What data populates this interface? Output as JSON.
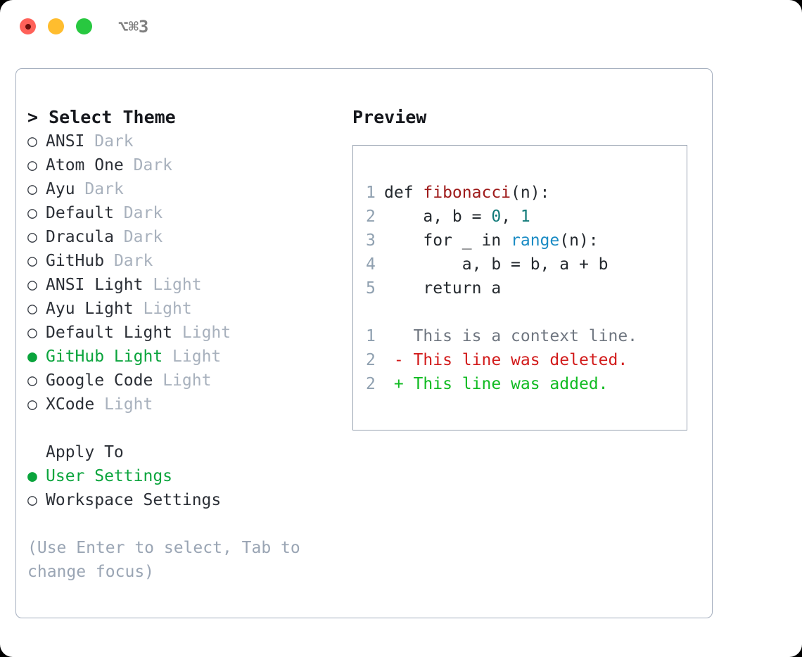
{
  "titlebar": {
    "shortcut": "⌥⌘3",
    "traffic_lights": [
      {
        "name": "close",
        "color": "#ff6159"
      },
      {
        "name": "minimize",
        "color": "#ffbd2e"
      },
      {
        "name": "maximize",
        "color": "#28c840"
      }
    ]
  },
  "theme_picker": {
    "heading": "> Select Theme",
    "marker_unselected": "○",
    "marker_selected": "●",
    "items": [
      {
        "marker": "○",
        "name": "ANSI",
        "suffix": "Dark",
        "selected": false
      },
      {
        "marker": "○",
        "name": "Atom One",
        "suffix": "Dark",
        "selected": false
      },
      {
        "marker": "○",
        "name": "Ayu",
        "suffix": "Dark",
        "selected": false
      },
      {
        "marker": "○",
        "name": "Default",
        "suffix": "Dark",
        "selected": false
      },
      {
        "marker": "○",
        "name": "Dracula",
        "suffix": "Dark",
        "selected": false
      },
      {
        "marker": "○",
        "name": "GitHub",
        "suffix": "Dark",
        "selected": false
      },
      {
        "marker": "○",
        "name": "ANSI Light",
        "suffix": "Light",
        "selected": false
      },
      {
        "marker": "○",
        "name": "Ayu Light",
        "suffix": "Light",
        "selected": false
      },
      {
        "marker": "○",
        "name": "Default Light",
        "suffix": "Light",
        "selected": false
      },
      {
        "marker": "●",
        "name": "GitHub Light",
        "suffix": "Light",
        "selected": true
      },
      {
        "marker": "○",
        "name": "Google Code",
        "suffix": "Light",
        "selected": false
      },
      {
        "marker": "○",
        "name": "XCode",
        "suffix": "Light",
        "selected": false
      }
    ]
  },
  "apply_to": {
    "heading": "Apply To",
    "items": [
      {
        "marker": "●",
        "label": "User Settings",
        "selected": true
      },
      {
        "marker": "○",
        "label": "Workspace Settings",
        "selected": false
      }
    ]
  },
  "hint": "(Use Enter to select, Tab to change focus)",
  "preview": {
    "heading": "Preview",
    "code": [
      {
        "ln": "1",
        "segments": [
          {
            "t": "def ",
            "c": "plain"
          },
          {
            "t": "fibonacci",
            "c": "fn"
          },
          {
            "t": "(n):",
            "c": "plain"
          }
        ]
      },
      {
        "ln": "2",
        "segments": [
          {
            "t": "    a, b = ",
            "c": "plain"
          },
          {
            "t": "0",
            "c": "num"
          },
          {
            "t": ", ",
            "c": "plain"
          },
          {
            "t": "1",
            "c": "num"
          }
        ]
      },
      {
        "ln": "3",
        "segments": [
          {
            "t": "    for _ in ",
            "c": "plain"
          },
          {
            "t": "range",
            "c": "call"
          },
          {
            "t": "(n):",
            "c": "plain"
          }
        ]
      },
      {
        "ln": "4",
        "segments": [
          {
            "t": "        a, b = b, a + b",
            "c": "plain"
          }
        ]
      },
      {
        "ln": "5",
        "segments": [
          {
            "t": "    return a",
            "c": "plain"
          }
        ]
      }
    ],
    "diff": [
      {
        "ln": "1",
        "sign": " ",
        "text": "This is a context line.",
        "kind": "context"
      },
      {
        "ln": "2",
        "sign": "-",
        "text": "This line was deleted.",
        "kind": "deleted"
      },
      {
        "ln": "2",
        "sign": "+",
        "text": "This line was added.",
        "kind": "added"
      }
    ]
  },
  "colors": {
    "accent_green": "#0aa43c",
    "muted": "#a8b1bd",
    "border": "#97a2b0",
    "fn_red": "#9e1a1a",
    "num_teal": "#117a79",
    "call_blue": "#1a8bc4",
    "diff_add": "#11bb22",
    "diff_del": "#d21b1b"
  }
}
